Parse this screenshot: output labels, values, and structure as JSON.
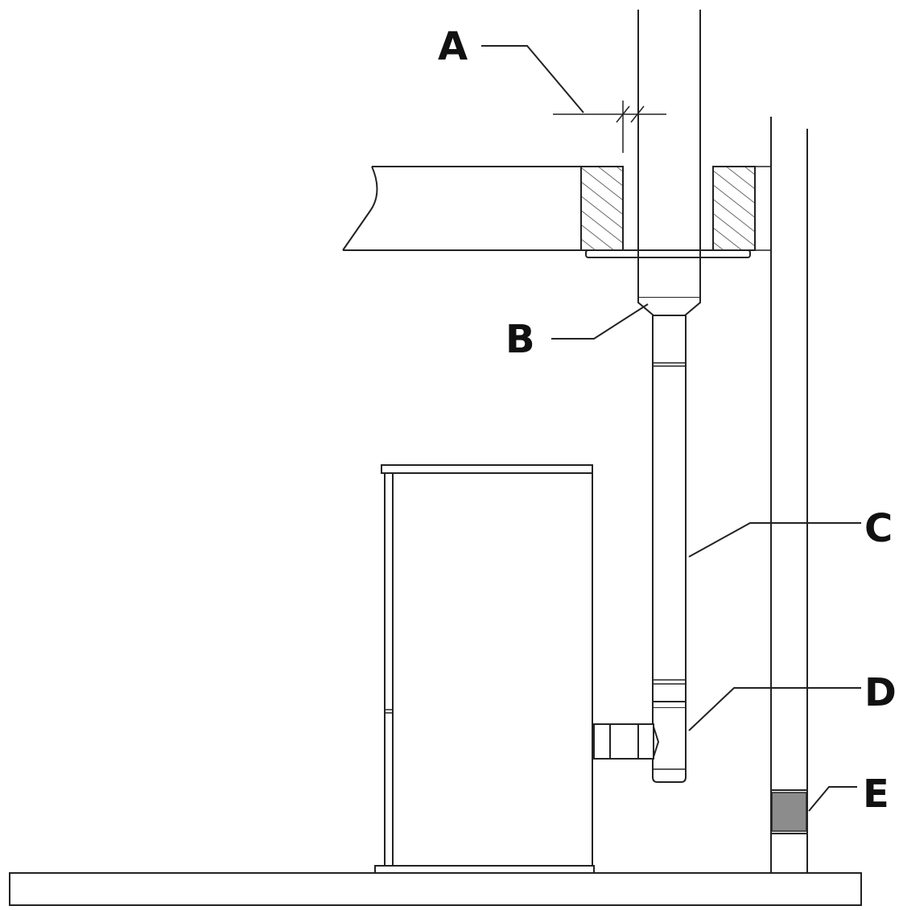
{
  "labels": {
    "a": "A",
    "b": "B",
    "c": "C",
    "d": "D",
    "e": "E"
  },
  "colors": {
    "line": "#222222",
    "hatch": "#444444",
    "spacer_fill": "#8c8c8c",
    "background": "#ffffff"
  }
}
